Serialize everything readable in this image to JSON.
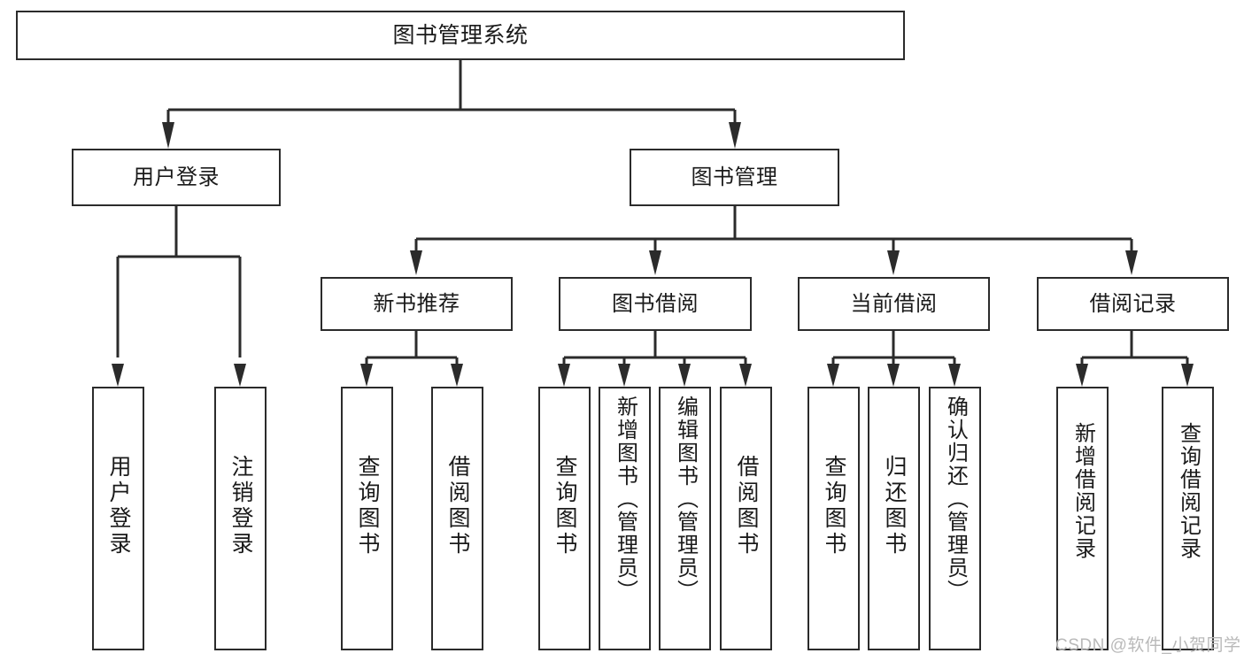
{
  "diagram": {
    "title": "图书管理系统",
    "type": "tree",
    "root": {
      "label": "图书管理系统"
    },
    "level2": [
      {
        "label": "用户登录"
      },
      {
        "label": "图书管理"
      }
    ],
    "level3": [
      {
        "label": "新书推荐"
      },
      {
        "label": "图书借阅"
      },
      {
        "label": "当前借阅"
      },
      {
        "label": "借阅记录"
      }
    ],
    "leaves": {
      "user_login": [
        {
          "label": "用户登录"
        },
        {
          "label": "注销登录"
        }
      ],
      "new_book_recommend": [
        {
          "label": "查询图书"
        },
        {
          "label": "借阅图书"
        }
      ],
      "book_borrow": [
        {
          "label": "查询图书"
        },
        {
          "label": "新增图书（管理员）"
        },
        {
          "label": "编辑图书（管理员）"
        },
        {
          "label": "借阅图书"
        }
      ],
      "current_borrow": [
        {
          "label": "查询图书"
        },
        {
          "label": "归还图书"
        },
        {
          "label": "确认归还（管理员）"
        }
      ],
      "borrow_record": [
        {
          "label": "新增借阅记录"
        },
        {
          "label": "查询借阅记录"
        }
      ]
    }
  },
  "watermark": {
    "text": "CSDN @软件_小贺同学"
  },
  "colors": {
    "border": "#2b2b2b",
    "text": "#1a1a1a",
    "background": "#ffffff",
    "watermark": "#b9b9b9"
  }
}
